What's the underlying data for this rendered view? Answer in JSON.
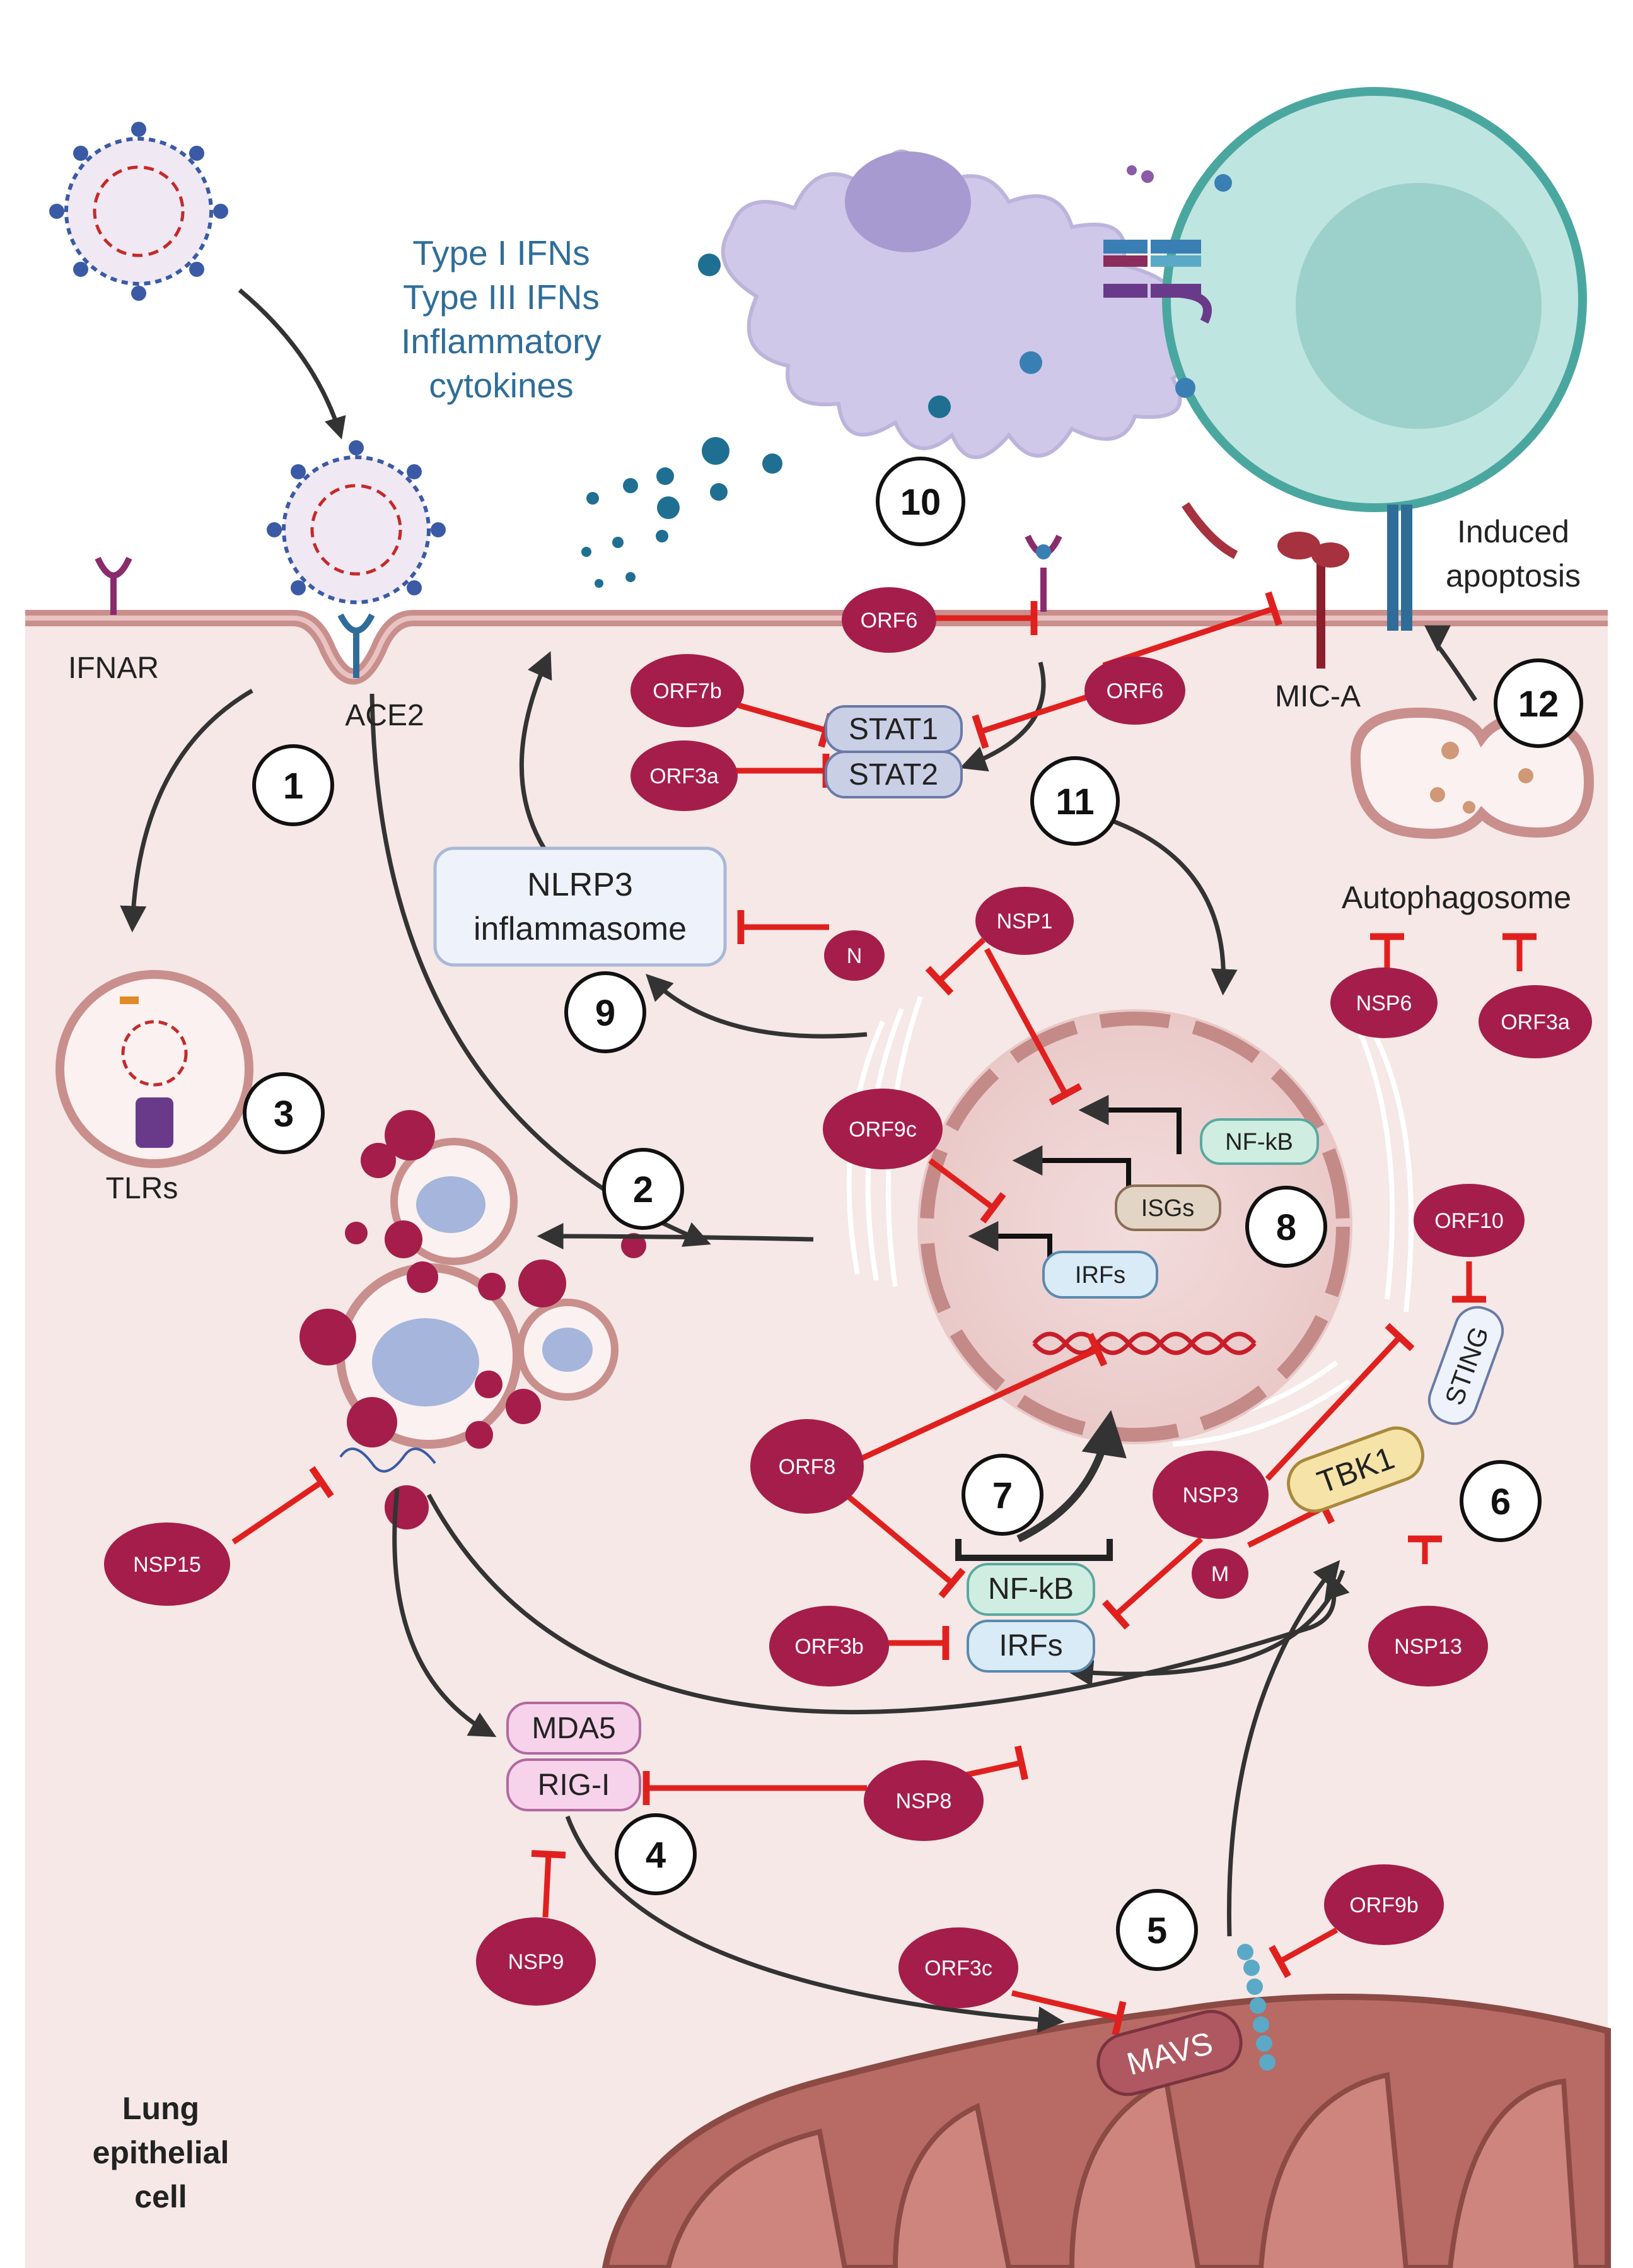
{
  "colors": {
    "cell": "#f5e8e6",
    "membrane": "#c98f8c",
    "protein": "#a51d4a",
    "inhibit": "#e0201e",
    "arrow": "#333333",
    "ifn_text": "#2f6d98",
    "dc": "#cfc8e8",
    "tcell": "#bfe5e0"
  },
  "ifn_block": {
    "line1": "Type I IFNs",
    "line2": "Type III IFNs",
    "line3": "Inflammatory",
    "line4": "cytokines"
  },
  "receptors": {
    "ifnar": "IFNAR",
    "ace2": "ACE2",
    "mica": "MIC-A",
    "tlrs": "TLRs",
    "induced1": "Induced",
    "induced2": "apoptosis"
  },
  "boxes": {
    "stat1": "STAT1",
    "stat2": "STAT2",
    "nlrp3_1": "NLRP3",
    "nlrp3_2": "inflammasome",
    "autophagosome": "Autophagosome",
    "nfkb_nuc": "NF-kB",
    "isgs": "ISGs",
    "irfs_nuc": "IRFs",
    "sting": "STING",
    "tbk1": "TBK1",
    "nfkb": "NF-kB",
    "irfs": "IRFs",
    "mda5": "MDA5",
    "rigi": "RIG-I",
    "mavs": "MAVS"
  },
  "proteins": {
    "orf6_a": "ORF6",
    "orf6_b": "ORF6",
    "orf7b": "ORF7b",
    "orf3a_a": "ORF3a",
    "nsp1": "NSP1",
    "n": "N",
    "nsp6": "NSP6",
    "orf3a_b": "ORF3a",
    "orf9c": "ORF9c",
    "orf10": "ORF10",
    "orf8": "ORF8",
    "nsp3": "NSP3",
    "m": "M",
    "nsp13": "NSP13",
    "nsp15": "NSP15",
    "orf3b": "ORF3b",
    "nsp8": "NSP8",
    "nsp9": "NSP9",
    "orf3c": "ORF3c",
    "orf9b": "ORF9b"
  },
  "steps": [
    "1",
    "2",
    "3",
    "4",
    "5",
    "6",
    "7",
    "8",
    "9",
    "10",
    "11",
    "12"
  ],
  "cell_label": {
    "line1": "Lung",
    "line2": "epithelial",
    "line3": "cell"
  }
}
